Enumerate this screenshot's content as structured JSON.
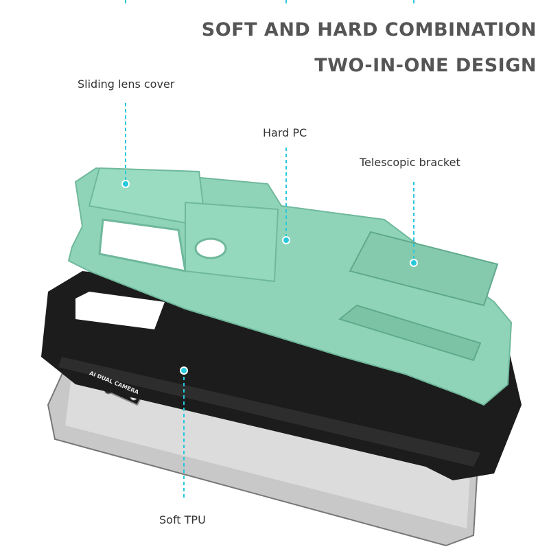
{
  "headline": {
    "line1": "SOFT AND HARD COMBINATION",
    "line2": "TWO-IN-ONE DESIGN"
  },
  "callouts": {
    "sliding_lens_cover": "Sliding lens cover",
    "hard_pc": "Hard PC",
    "telescopic_bracket": "Telescopic bracket",
    "soft_tpu": "Soft TPU"
  },
  "phone_print": "AI DUAL CAMERA",
  "colors": {
    "accent_line": "#27c8dc",
    "case_green": "#8fd4b9",
    "tpu_black": "#1c1c1c",
    "phone_silver": "#c9c9c9",
    "title_gray": "#555555"
  }
}
